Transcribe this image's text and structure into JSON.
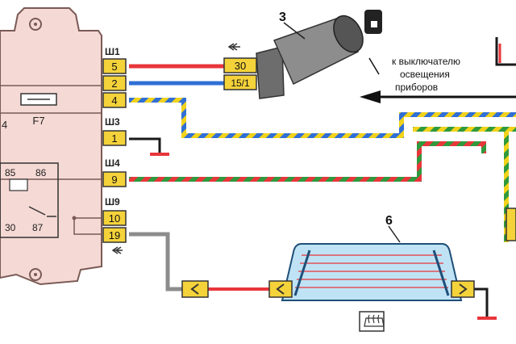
{
  "block": {
    "fuse": "F7",
    "left_digit": "4",
    "relay_pins": {
      "p85": "85",
      "p86": "86",
      "p30": "30",
      "p87": "87"
    }
  },
  "connectors": {
    "sh1": {
      "label": "Ш1",
      "pins": [
        "5",
        "2",
        "4"
      ]
    },
    "sh3": {
      "label": "Ш3",
      "pins": [
        "1"
      ]
    },
    "sh4": {
      "label": "Ш4",
      "pins": [
        "9"
      ]
    },
    "sh9": {
      "label": "Ш9",
      "pins": [
        "10",
        "19"
      ]
    }
  },
  "switch": {
    "number": "3",
    "pins": [
      "30",
      "15/1"
    ]
  },
  "lamp": {
    "number": "6"
  },
  "note": {
    "line1": "к выключателю",
    "line2": "освещения",
    "line3": "приборов"
  },
  "colors": {
    "red": "#e8363b",
    "blue": "#2f6fd6",
    "yellow": "#f2d21b",
    "green": "#2f9a3c",
    "gray": "#8c8c8c",
    "black": "#1a1a1a",
    "block_fill": "#f5d9d4",
    "pin_fill": "#f4d23a",
    "lamp_fill": "#bfe3f5"
  }
}
